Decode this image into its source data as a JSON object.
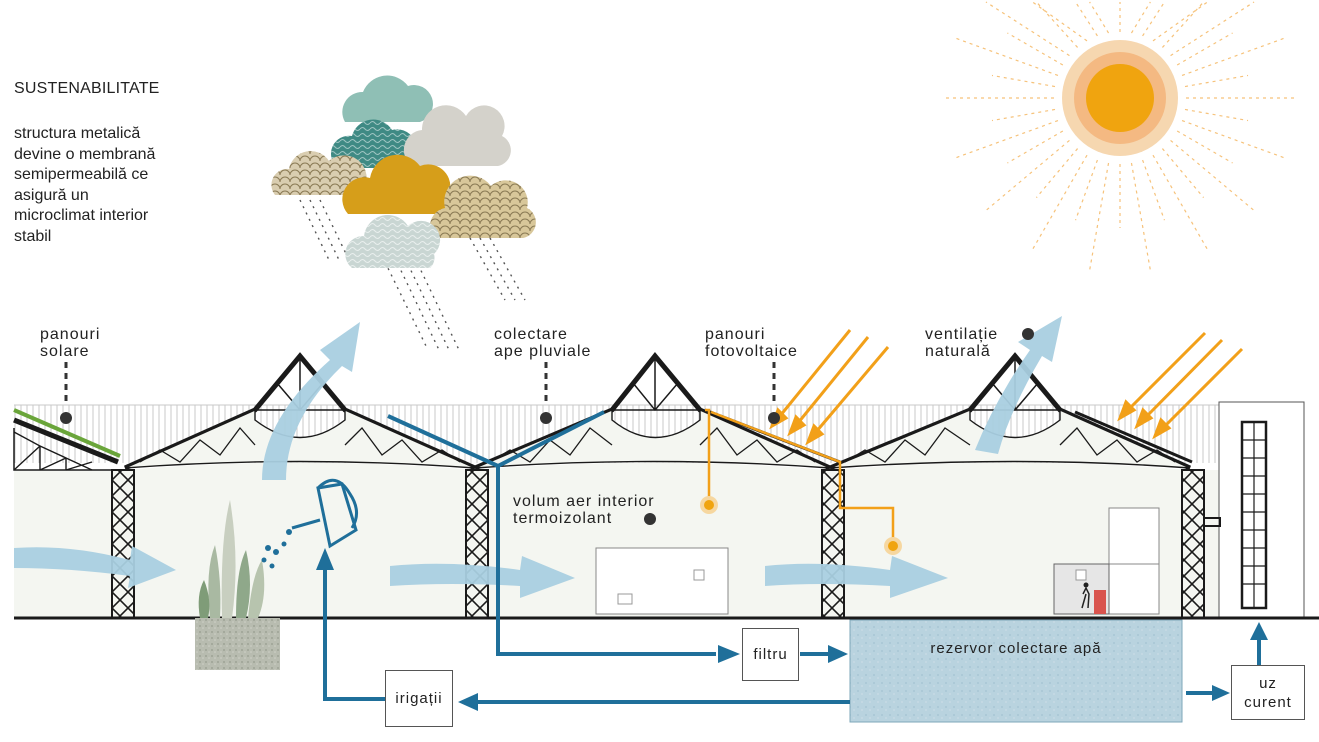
{
  "intro": {
    "title": "SUSTENABILITATE",
    "lines": [
      "structura metalică",
      "devine o membrană",
      "semipermeabilă ce",
      "asigură un",
      "microclimat interior",
      "stabil"
    ]
  },
  "labels": {
    "solar_panels": [
      "panouri",
      "solare"
    ],
    "rainwater": [
      "colectare",
      "ape pluviale"
    ],
    "photovoltaic": [
      "panouri",
      "fotovoltaice"
    ],
    "ventilation": [
      "ventilație",
      "naturală"
    ],
    "air_volume": [
      "volum aer interior",
      "termoizolant"
    ]
  },
  "boxes": {
    "filter": "filtru",
    "reservoir": "rezervor colectare apă",
    "irrigation": "irigații",
    "current_use": [
      "uz",
      "curent"
    ]
  },
  "colors": {
    "water": "#1f6f9a",
    "solar": "#f2a019",
    "air": "#a9cfe0",
    "structure": "#1a1a1a",
    "green_panel": "#6aa53a",
    "reservoir": "#b9d3df"
  }
}
